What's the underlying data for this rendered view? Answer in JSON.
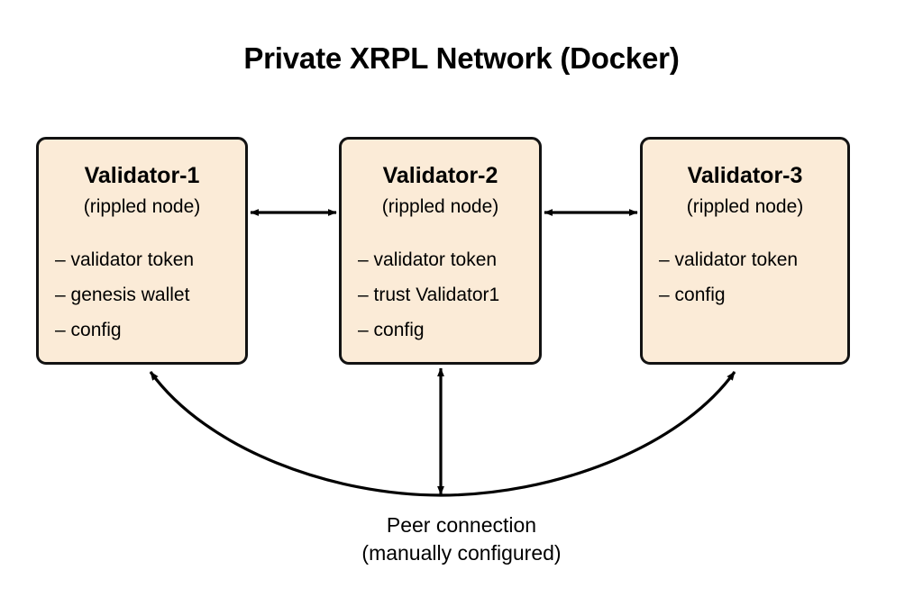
{
  "diagram": {
    "title": "Private XRPL Network (Docker)",
    "background_color": "#ffffff",
    "node_fill_color": "#fbebd7",
    "node_border_color": "#121212",
    "connector_color": "#000000",
    "nodes": [
      {
        "id": "validator-1",
        "title": "Validator-1",
        "subtitle": "(rippled node)",
        "bullets": [
          "– validator token",
          "– genesis wallet",
          "– config"
        ]
      },
      {
        "id": "validator-2",
        "title": "Validator-2",
        "subtitle": "(rippled node)",
        "bullets": [
          "– validator token",
          "– trust Validator1",
          "– config"
        ]
      },
      {
        "id": "validator-3",
        "title": "Validator-3",
        "subtitle": "(rippled node)",
        "bullets": [
          "– validator token",
          "– config"
        ]
      }
    ],
    "connectors": [
      {
        "id": "v1-v2",
        "from": "validator-1",
        "to": "validator-2",
        "style": "double-arrow-horizontal"
      },
      {
        "id": "v2-v3",
        "from": "validator-2",
        "to": "validator-3",
        "style": "double-arrow-horizontal"
      },
      {
        "id": "v2-bottom",
        "from": "validator-2",
        "to": "peer-bus",
        "style": "double-arrow-vertical"
      },
      {
        "id": "bus-v1",
        "from": "peer-bus",
        "to": "validator-1",
        "style": "curved-arrow"
      },
      {
        "id": "bus-v3",
        "from": "peer-bus",
        "to": "validator-3",
        "style": "curved-arrow"
      }
    ],
    "caption": {
      "line1": "Peer connection",
      "line2": "(manually configured)"
    }
  }
}
